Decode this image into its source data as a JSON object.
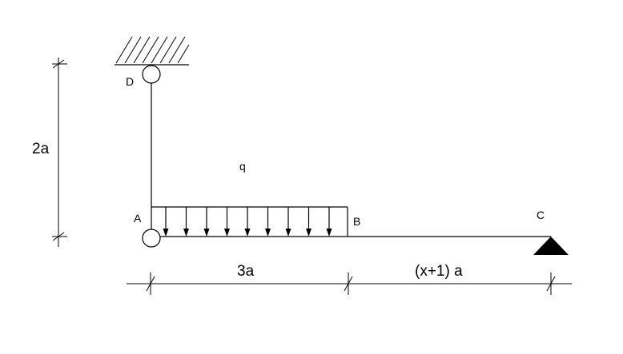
{
  "points": {
    "A": "A",
    "B": "B",
    "C": "C",
    "D": "D"
  },
  "load_label": "q",
  "dimensions": {
    "vertical": "2a",
    "span_ab": "3a",
    "span_bc": "(x+1) a"
  },
  "load_arrow_count": 9,
  "colors": {
    "line": "#000000",
    "support": "#000000"
  },
  "icons": {
    "wall": "hatched-wall-icon",
    "pin": "pin-joint-icon",
    "roller": "roller-support-icon"
  }
}
